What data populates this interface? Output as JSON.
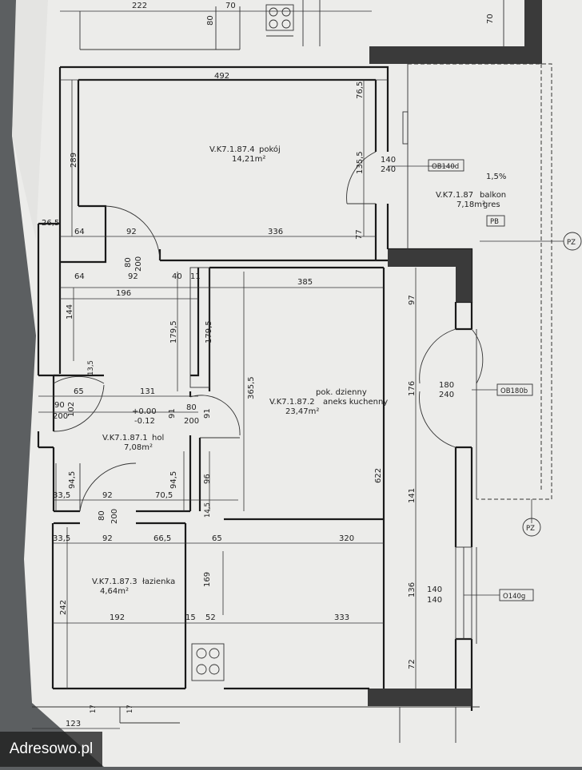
{
  "watermark": "Adresowo.pl",
  "rooms": {
    "pokoj": {
      "code": "V.K7.1.87.4",
      "name": "pokój",
      "area": "14,21m²"
    },
    "balkon": {
      "code": "V.K7.1.87",
      "name": "balkon",
      "area": "7,18m²",
      "material": "gres",
      "slope": "1,5%",
      "tag": "PB"
    },
    "dzienny": {
      "code": "V.K7.1.87.2",
      "name1": "pok. dzienny",
      "name2": "aneks kuchenny",
      "area": "23,47m²"
    },
    "hol": {
      "code": "V.K7.1.87.1",
      "name": "hol",
      "area": "7,08m²",
      "level1": "+0.00",
      "level2": "-0.12"
    },
    "lazienka": {
      "code": "V.K7.1.87.3",
      "name": "łazienka",
      "area": "4,64m²"
    }
  },
  "tags": {
    "ob140": "OB140d",
    "ob180": "OB180b",
    "o140": "O140g",
    "pz": "PZ"
  },
  "dims": [
    "222",
    "70",
    "80",
    "70",
    "492",
    "76,5",
    "289",
    "135,5",
    "140",
    "240",
    "26,5",
    "64",
    "92",
    "336",
    "77",
    "80",
    "200",
    "64",
    "92",
    "40",
    "11",
    "385",
    "196",
    "144",
    "179,5",
    "179,5",
    "97",
    "13,5",
    "365,5",
    "65",
    "131",
    "90",
    "200",
    "102",
    "91",
    "80",
    "200",
    "91",
    "180",
    "240",
    "176",
    "94,5",
    "94,5",
    "96",
    "622",
    "33,5",
    "92",
    "70,5",
    "141",
    "80",
    "200",
    "14,5",
    "33,5",
    "92",
    "66,5",
    "65",
    "320",
    "242",
    "169",
    "136",
    "140",
    "140",
    "192",
    "15",
    "52",
    "333",
    "72",
    "17",
    "123",
    "17"
  ]
}
